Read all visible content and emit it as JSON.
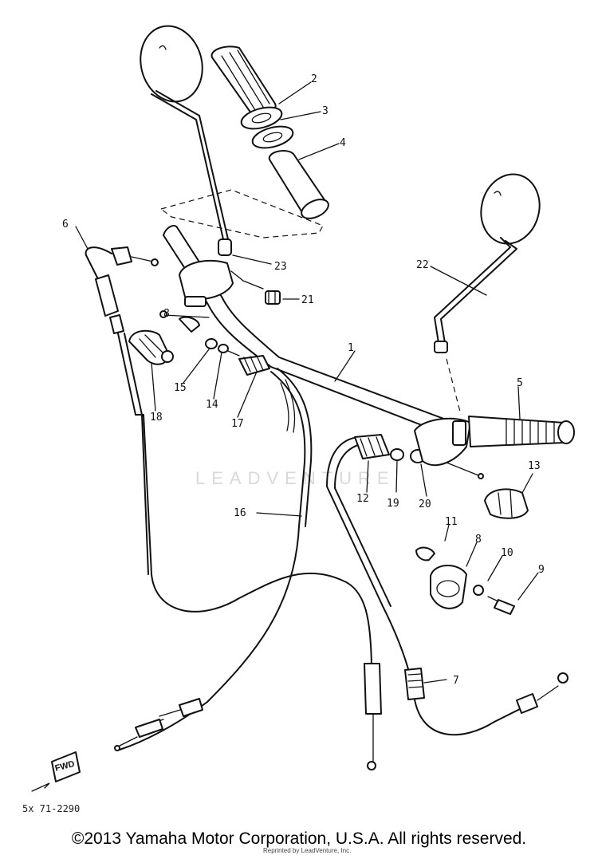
{
  "diagram": {
    "watermark": "LEADVENTURE",
    "reference_code": "5x 71-2290",
    "forward_label": "FWD",
    "part_labels": [
      "1",
      "2",
      "3",
      "4",
      "5",
      "6",
      "7",
      "8",
      "8",
      "9",
      "10",
      "11",
      "12",
      "13",
      "14",
      "15",
      "16",
      "17",
      "18",
      "19",
      "20",
      "21",
      "22",
      "23"
    ]
  },
  "footer": {
    "copyright": "©2013 Yamaha Motor Corporation, U.S.A. All rights reserved.",
    "subtext": "Reprinted by LeadVenture, Inc."
  }
}
